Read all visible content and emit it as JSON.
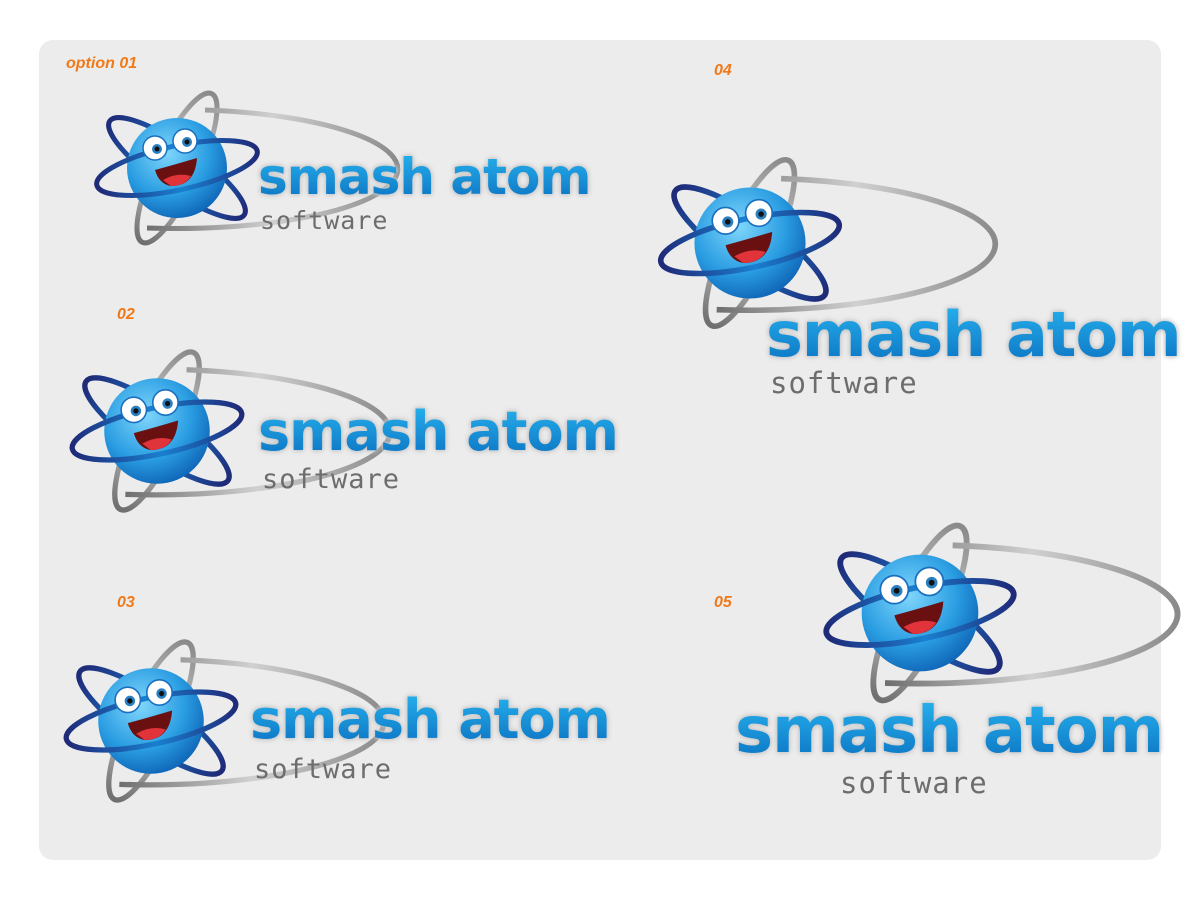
{
  "options": [
    {
      "label": "option 01",
      "brand": "smash atom",
      "tagline": "software"
    },
    {
      "label": "02",
      "brand": "smash atom",
      "tagline": "software"
    },
    {
      "label": "03",
      "brand": "smash atom",
      "tagline": "software"
    },
    {
      "label": "04",
      "brand": "smash atom",
      "tagline": "software"
    },
    {
      "label": "05",
      "brand": "smash atom",
      "tagline": "software"
    }
  ],
  "colors": {
    "background": "#ececec",
    "label": "#f07a1a",
    "brand_top": "#29b6f0",
    "brand_bottom": "#0a6fc0",
    "tagline": "#6d6d6f",
    "orbit_dark": "#1f2a78",
    "orbit_grey": "#a0a0a0",
    "mouth": "#c0272d"
  },
  "icons": [
    "smiling-atom-mascot-icon"
  ]
}
